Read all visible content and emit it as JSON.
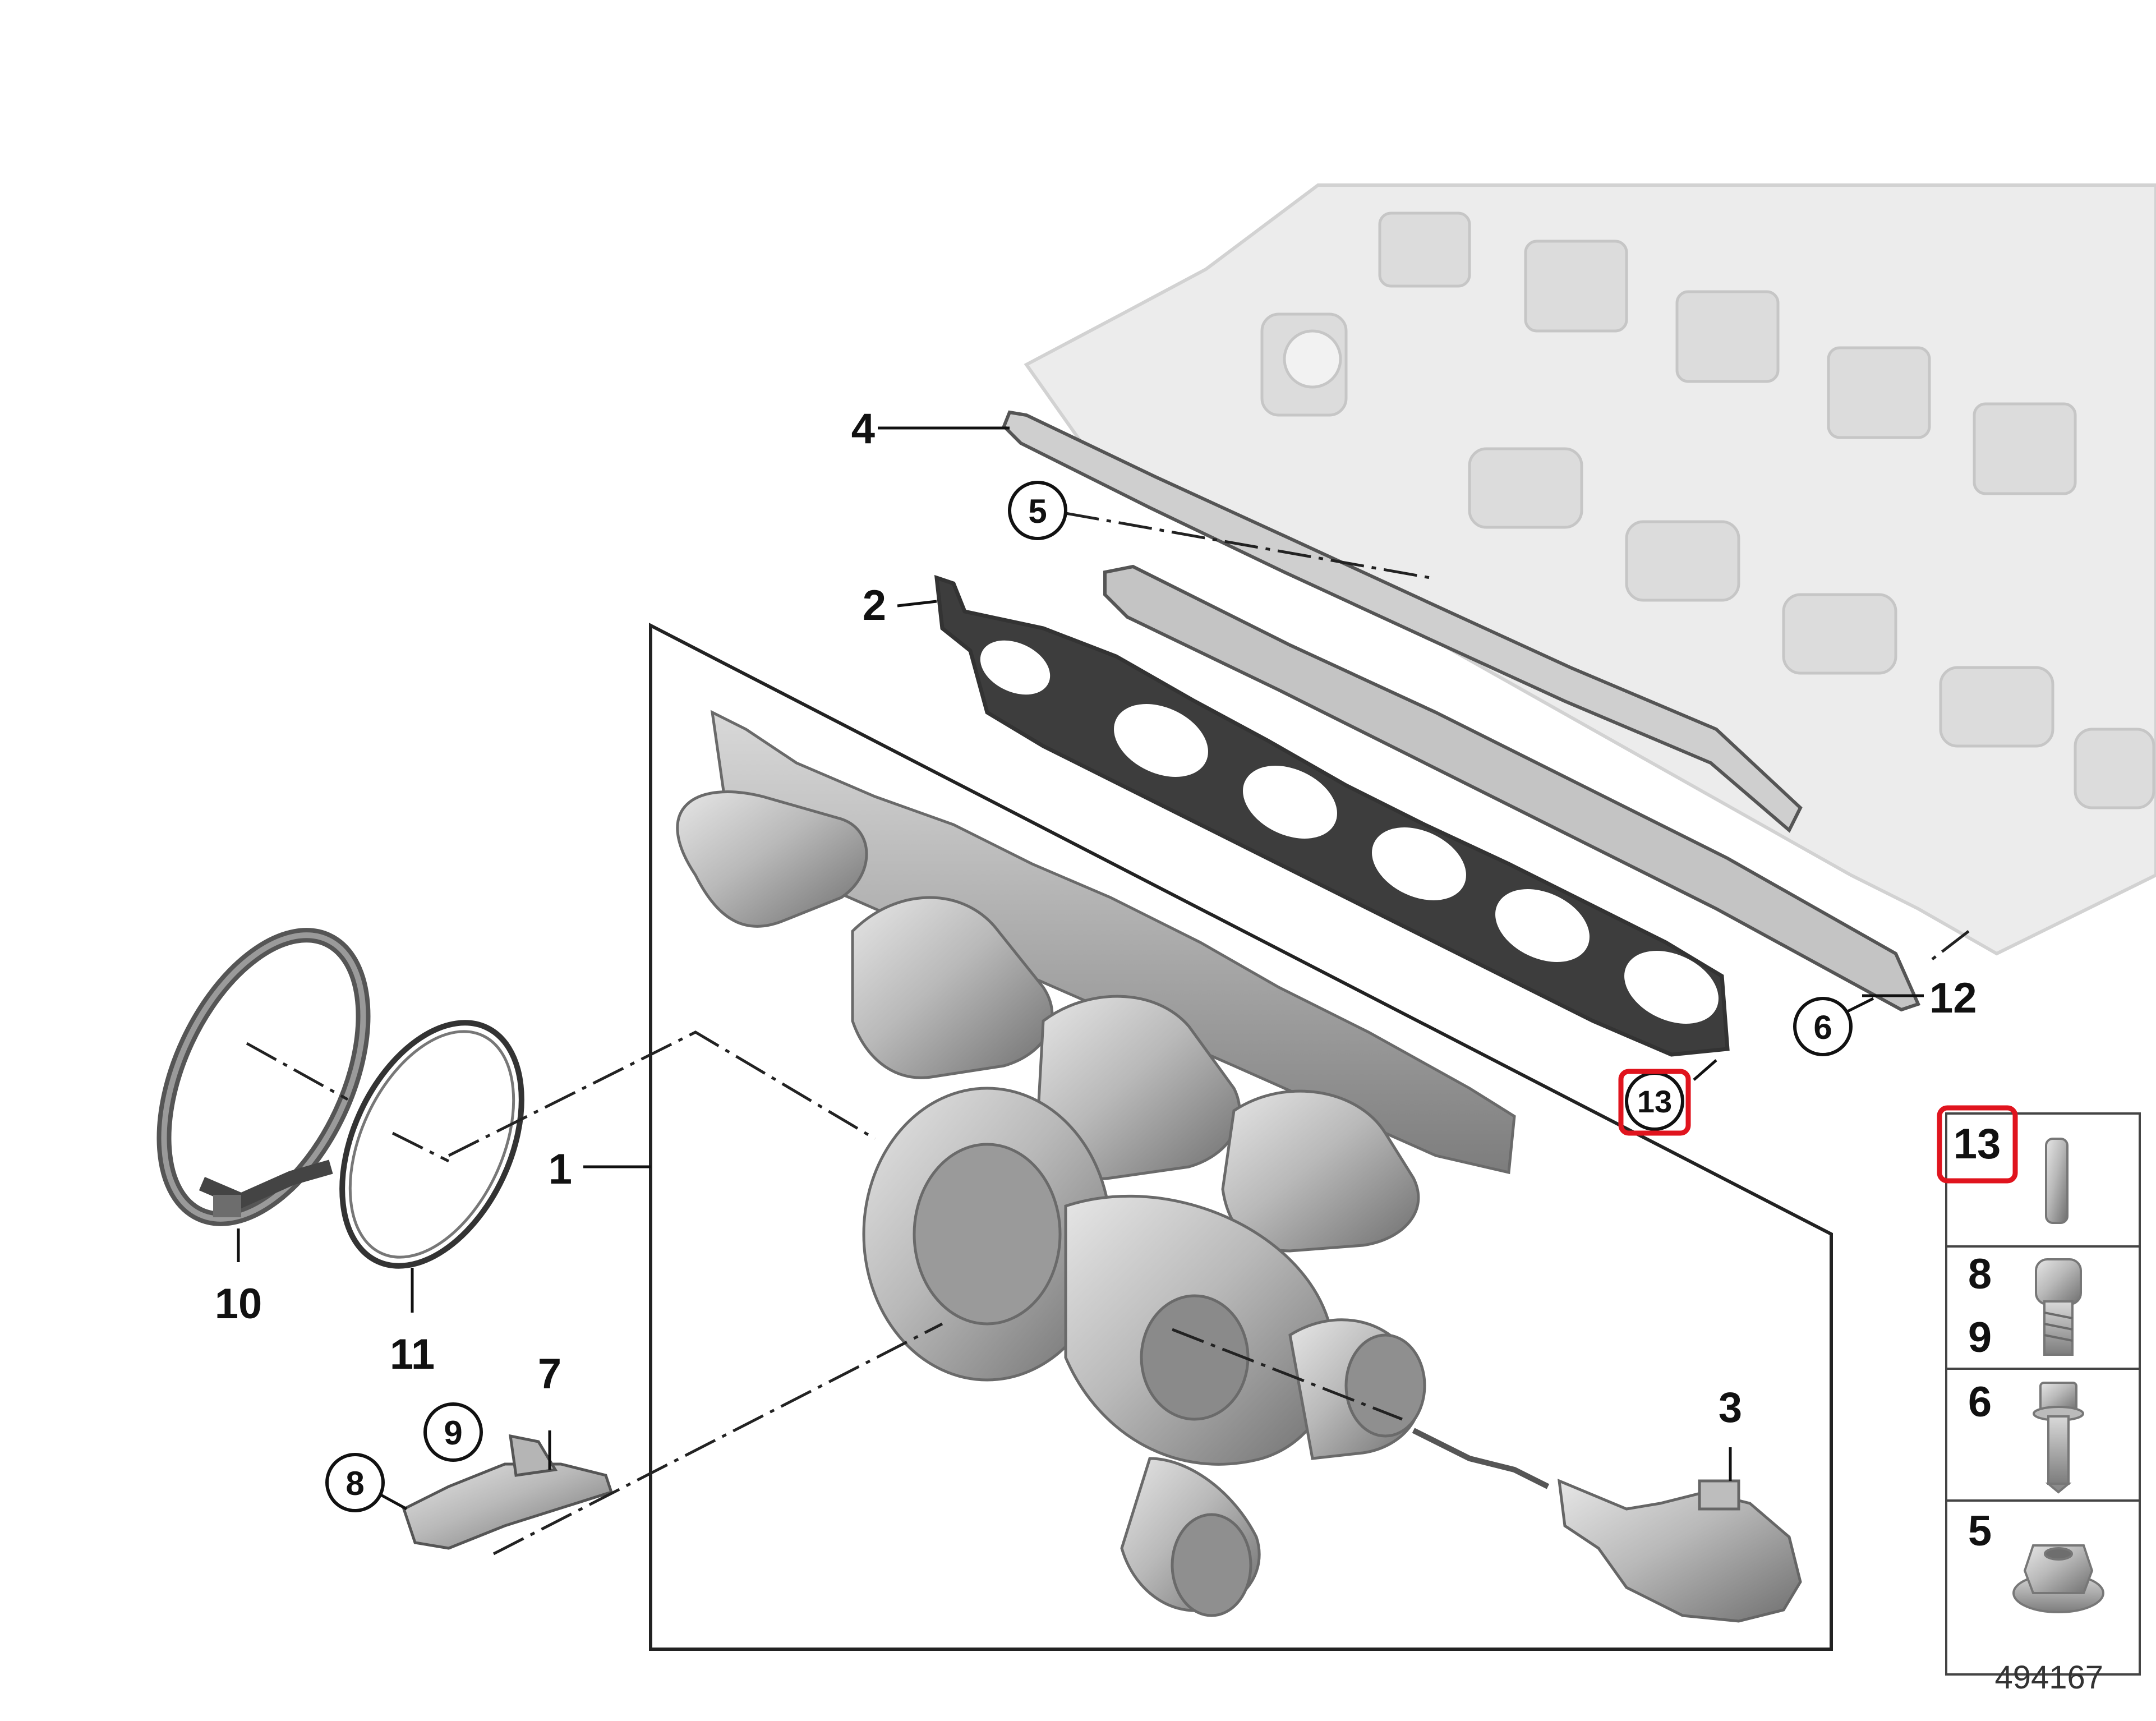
{
  "diagram": {
    "id_label": "494167",
    "highlight_color": "#e0141e",
    "callouts": {
      "c1": "1",
      "c2": "2",
      "c3": "3",
      "c4": "4",
      "c5": "5",
      "c6": "6",
      "c7": "7",
      "c8": "8",
      "c9": "9",
      "c10": "10",
      "c11": "11",
      "c12": "12",
      "c13": "13"
    },
    "fastener_legend": [
      {
        "labels": [
          "13"
        ],
        "icon": "dowel-pin-icon"
      },
      {
        "labels": [
          "8",
          "9"
        ],
        "icon": "torx-bolt-icon"
      },
      {
        "labels": [
          "6"
        ],
        "icon": "hex-flange-bolt-icon"
      },
      {
        "labels": [
          "5"
        ],
        "icon": "flange-nut-icon"
      }
    ]
  }
}
